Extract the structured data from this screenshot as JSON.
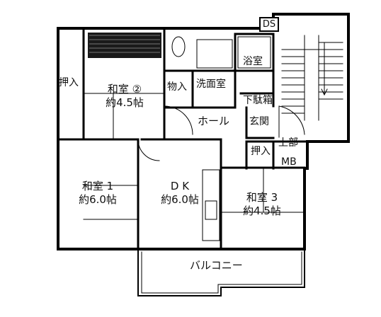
{
  "rooms": {
    "washitsu2": {
      "name": "和室 ②",
      "size": "約4.5帖"
    },
    "washitsu1": {
      "name": "和室 1",
      "size": "約6.0帖"
    },
    "washitsu3": {
      "name": "和室 3",
      "size": "約4.5帖"
    },
    "dk": {
      "name": "D K",
      "size": "約6.0帖"
    },
    "oshiire_left": "押入",
    "oshiire_right": "押入",
    "monoire": "物入",
    "senmenshitsu": "洗面室",
    "yokushitsu": "浴室",
    "hall": "ホール",
    "genkan": "玄関",
    "getabako": "下駄箱",
    "jobu": "上部",
    "mb": "MB",
    "ds": "DS",
    "balcony": "バルコニー"
  }
}
